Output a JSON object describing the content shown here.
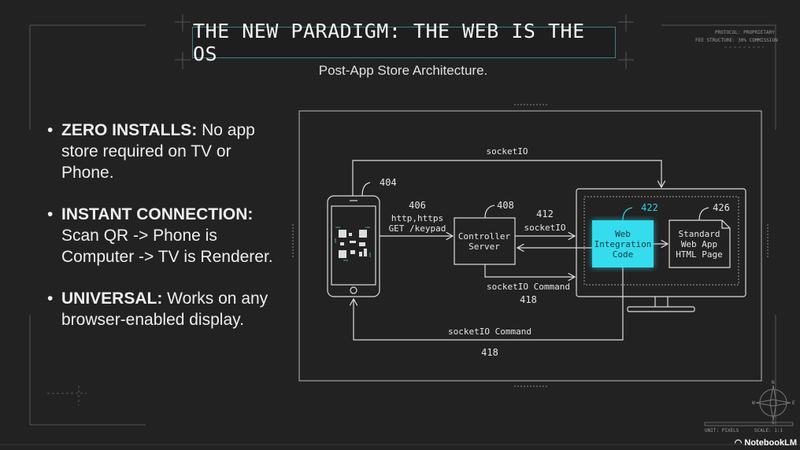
{
  "header": {
    "title": "THE NEW PARADIGM: THE WEB IS THE OS",
    "subtitle": "Post-App Store Architecture."
  },
  "bullets": [
    {
      "heading": "ZERO INSTALLS:",
      "text": " No app store required on TV or Phone."
    },
    {
      "heading": "INSTANT CONNECTION:",
      "text": " Scan QR -> Phone is Computer -> TV is Renderer."
    },
    {
      "heading": "UNIVERSAL:",
      "text": " Works on any browser-enabled display."
    }
  ],
  "diagram": {
    "top_link": "socketIO",
    "phone_ref": "404",
    "request_ref": "406",
    "request_proto": "http,https",
    "request_path": "GET /keypad",
    "server_ref": "408",
    "server_label_1": "Controller",
    "server_label_2": "Server",
    "server_link_ref": "412",
    "server_link": "socketIO",
    "command_label": "socketIO Command",
    "command_ref": "418",
    "bottom_command_label": "socketIO Command",
    "bottom_command_ref": "418",
    "integration_ref": "422",
    "integration_lines": [
      "Web",
      "Integration",
      "Code"
    ],
    "page_ref": "426",
    "page_lines": [
      "Standard",
      "Web App",
      "HTML Page"
    ]
  },
  "hud": {
    "protocol": "PROTOCOL: PROPRIETARY",
    "structure": "FEE STRUCTURE: 30% COMMISSION",
    "unit": "UNIT: PIXELS",
    "scale": "SCALE: 1:1",
    "compass": [
      "N",
      "E",
      "S",
      "W"
    ]
  },
  "branding": {
    "name": "NotebookLM"
  },
  "colors": {
    "accent": "#2fd6e8",
    "frame": "#3d7f86",
    "background": "#222222"
  }
}
